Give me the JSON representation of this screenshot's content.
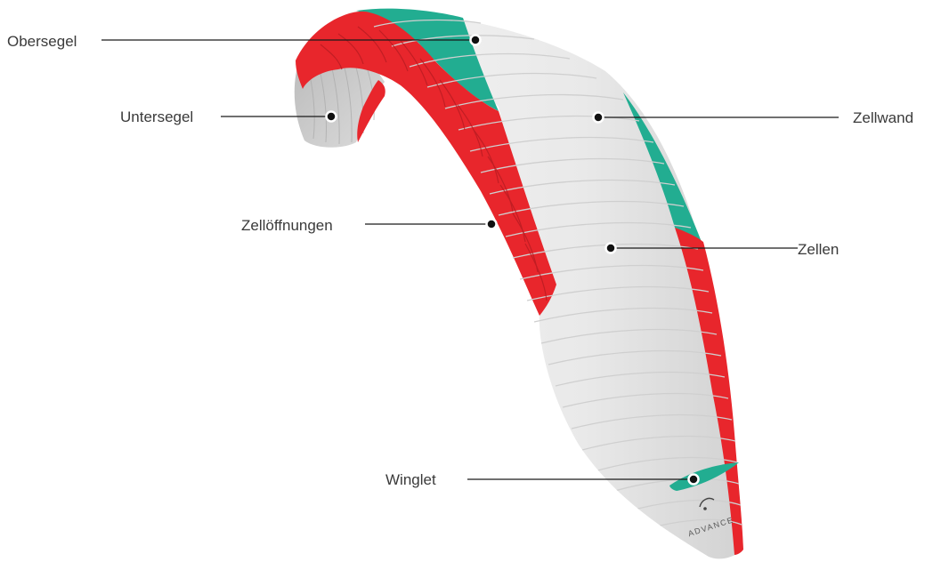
{
  "labels": {
    "obersegel": "Obersegel",
    "untersegel": "Untersegel",
    "zellwand": "Zellwand",
    "zelloeffnungen": "Zellöffnungen",
    "zellen": "Zellen",
    "winglet": "Winglet"
  },
  "brand": {
    "name": "ADVANCE"
  },
  "colors": {
    "red": "#e8262c",
    "green": "#22ad91",
    "white": "#ececec",
    "grey": "#c9c9c9",
    "leader": "#1a1a1a"
  }
}
